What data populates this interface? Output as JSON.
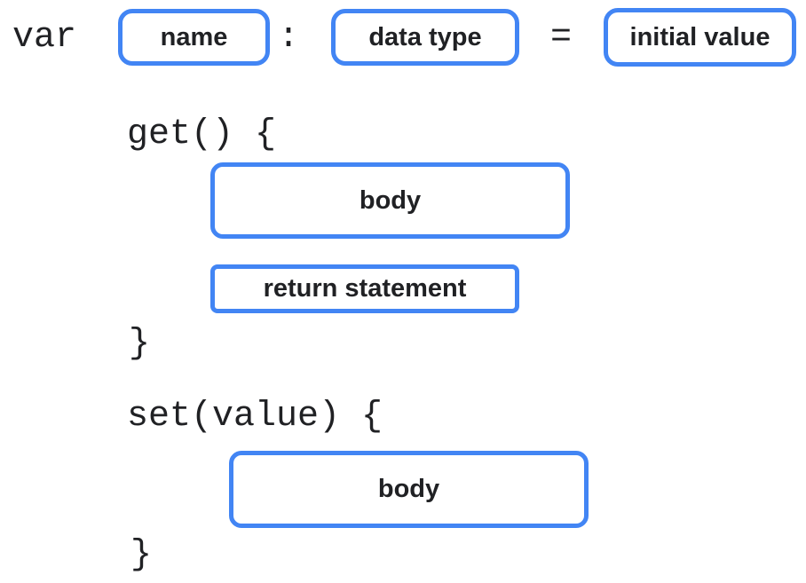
{
  "colors": {
    "border_blue": "#4285F4",
    "ink": "#202124",
    "background": "#FFFFFF"
  },
  "declaration": {
    "keyword": "var",
    "name_placeholder": "name",
    "colon": ":",
    "data_type_placeholder": "data type",
    "equals": "=",
    "initial_value_placeholder": "initial value"
  },
  "getter": {
    "open": "get() {",
    "body_placeholder": "body",
    "return_placeholder": "return statement",
    "close": "}"
  },
  "setter": {
    "open": "set(value) {",
    "body_placeholder": "body",
    "close": "}"
  }
}
